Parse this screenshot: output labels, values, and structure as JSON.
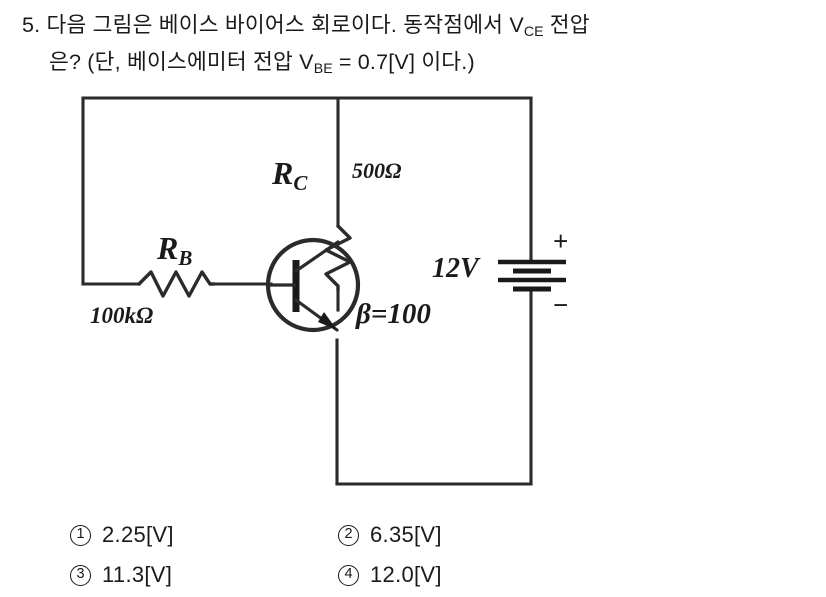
{
  "question": {
    "number": "5.",
    "line1_before_sub": "다음 그림은 베이스 바이어스 회로이다. 동작점에서 V",
    "line1_sub": "CE",
    "line1_after_sub": " 전압",
    "line2_before_sub": "은? (단, 베이스에미터 전압 V",
    "line2_sub": "BE",
    "line2_after_sub": " = 0.7[V] 이다.)"
  },
  "circuit": {
    "title": "base-bias-transistor-circuit",
    "collector_resistor": {
      "name": "R",
      "subscript": "C",
      "value": "500Ω"
    },
    "base_resistor": {
      "name": "R",
      "subscript": "B",
      "value": "100kΩ"
    },
    "transistor": {
      "type": "npn",
      "gain_label": "β=100"
    },
    "battery": {
      "value": "12V",
      "positive_terminal": "+",
      "negative_terminal": "−"
    },
    "stroke_color": "#2b2b2b"
  },
  "options": [
    {
      "marker": "1",
      "label": "2.25[V]"
    },
    {
      "marker": "2",
      "label": "6.35[V]"
    },
    {
      "marker": "3",
      "label": "11.3[V]"
    },
    {
      "marker": "4",
      "label": "12.0[V]"
    }
  ]
}
